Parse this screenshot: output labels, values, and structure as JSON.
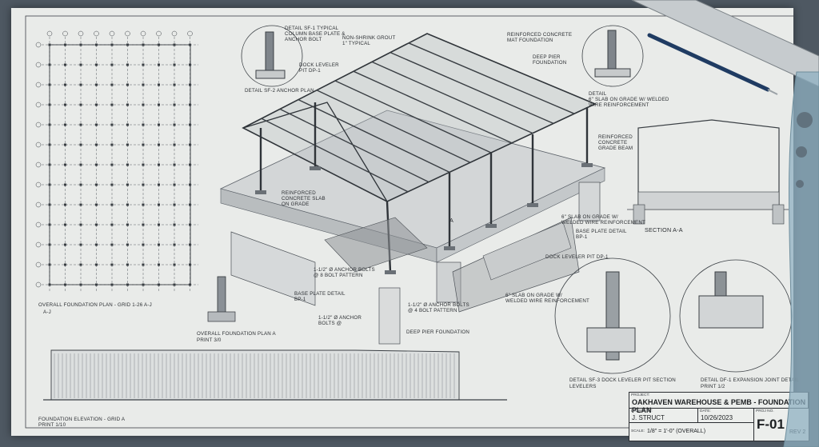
{
  "sheet": {
    "plan_title": "OVERALL FOUNDATION PLAN - GRID 1-26 A-J",
    "plan_sub": "A-J",
    "small_plan_title": "OVERALL FOUNDATION PLAN A",
    "small_plan_sub": "PRINT 3/0",
    "elevation_title": "FOUNDATION ELEVATION - GRID A",
    "elevation_sub": "PRINT 1/10",
    "section_aa": "SECTION A-A",
    "section_label": "A"
  },
  "callouts": {
    "detail_top_left": "DETAIL SF-1 TYPICAL\nCOLUMN BASE PLATE &\nANCHOR BOLT",
    "detail_top_left_caption": "DETAIL SF-2 ANCHOR PLAN",
    "concrete_slab": "NON-SHRINK GROUT\n1\" TYPICAL",
    "dock_leveler": "DOCK LEVELER\nPIT DP-1",
    "reinforced_top": "REINFORCED CONCRETE\nMAT FOUNDATION",
    "deep_pier_top": "DEEP PIER\nFOUNDATION",
    "detail_top_right": "DETAIL\n6\" SLAB ON GRADE W/ WELDED\nWIRE REINFORCEMENT",
    "reinforced_right": "REINFORCED\nCONCRETE\nGRADE BEAM",
    "slab_reinforcement_right": "6\" SLAB ON GRADE W/\nWELDED WIRE REINFORCEMENT",
    "base_plate_right": "BASE PLATE DETAIL\nBP-1",
    "dock_leveler_pit": "DOCK LEVELER PIT DP-1",
    "reinforced_center": "REINFORCED\nCONCRETE SLAB\nON GRADE",
    "anchor_bolts_left": "1-1/2\" Ø ANCHOR BOLTS\n@ 8 BOLT PATTERN",
    "base_plate_left": "BASE PLATE DETAIL\nBP-1",
    "anchor_bolts_center": "1-1/2\" Ø ANCHOR BOLTS\n@ 4 BOLT PATTERN",
    "anchor_bolts_bottom": "1-1/2\" Ø ANCHOR\nBOLTS @",
    "deep_pier": "DEEP PIER FOUNDATION",
    "slab_wwr": "6\" SLAB ON GRADE W/\nWELDED WIRE REINFORCEMENT",
    "detail_dock_section": "DETAIL SF-3 DOCK LEVELER PIT SECTION",
    "detail_dock_sub": "LEVELERS",
    "detail_expansion": "DETAIL DF-1 EXPANSION JOINT DETAIL",
    "detail_expansion_sub": "PRINT 1/2"
  },
  "title_block": {
    "project_label": "PROJECT:",
    "project_name": "OAKHAVEN WAREHOUSE & PEMB - FOUNDATION PLAN",
    "drawn_by_label": "DRAWN BY:",
    "drawn_by": "J. STRUCT",
    "date_label": "DATE:",
    "date": "10/26/2023",
    "proj_no_label": "PROJ NO.",
    "scale_label": "SCALE:",
    "scale": "1/8\" = 1'-0\" (OVERALL)",
    "sheet_no": "F-01",
    "revision": "REV 2"
  },
  "colors": {
    "background": "#4e5862",
    "paper": "#e9ebe9",
    "ink": "#2a2d31",
    "steel": "#4f555b"
  }
}
